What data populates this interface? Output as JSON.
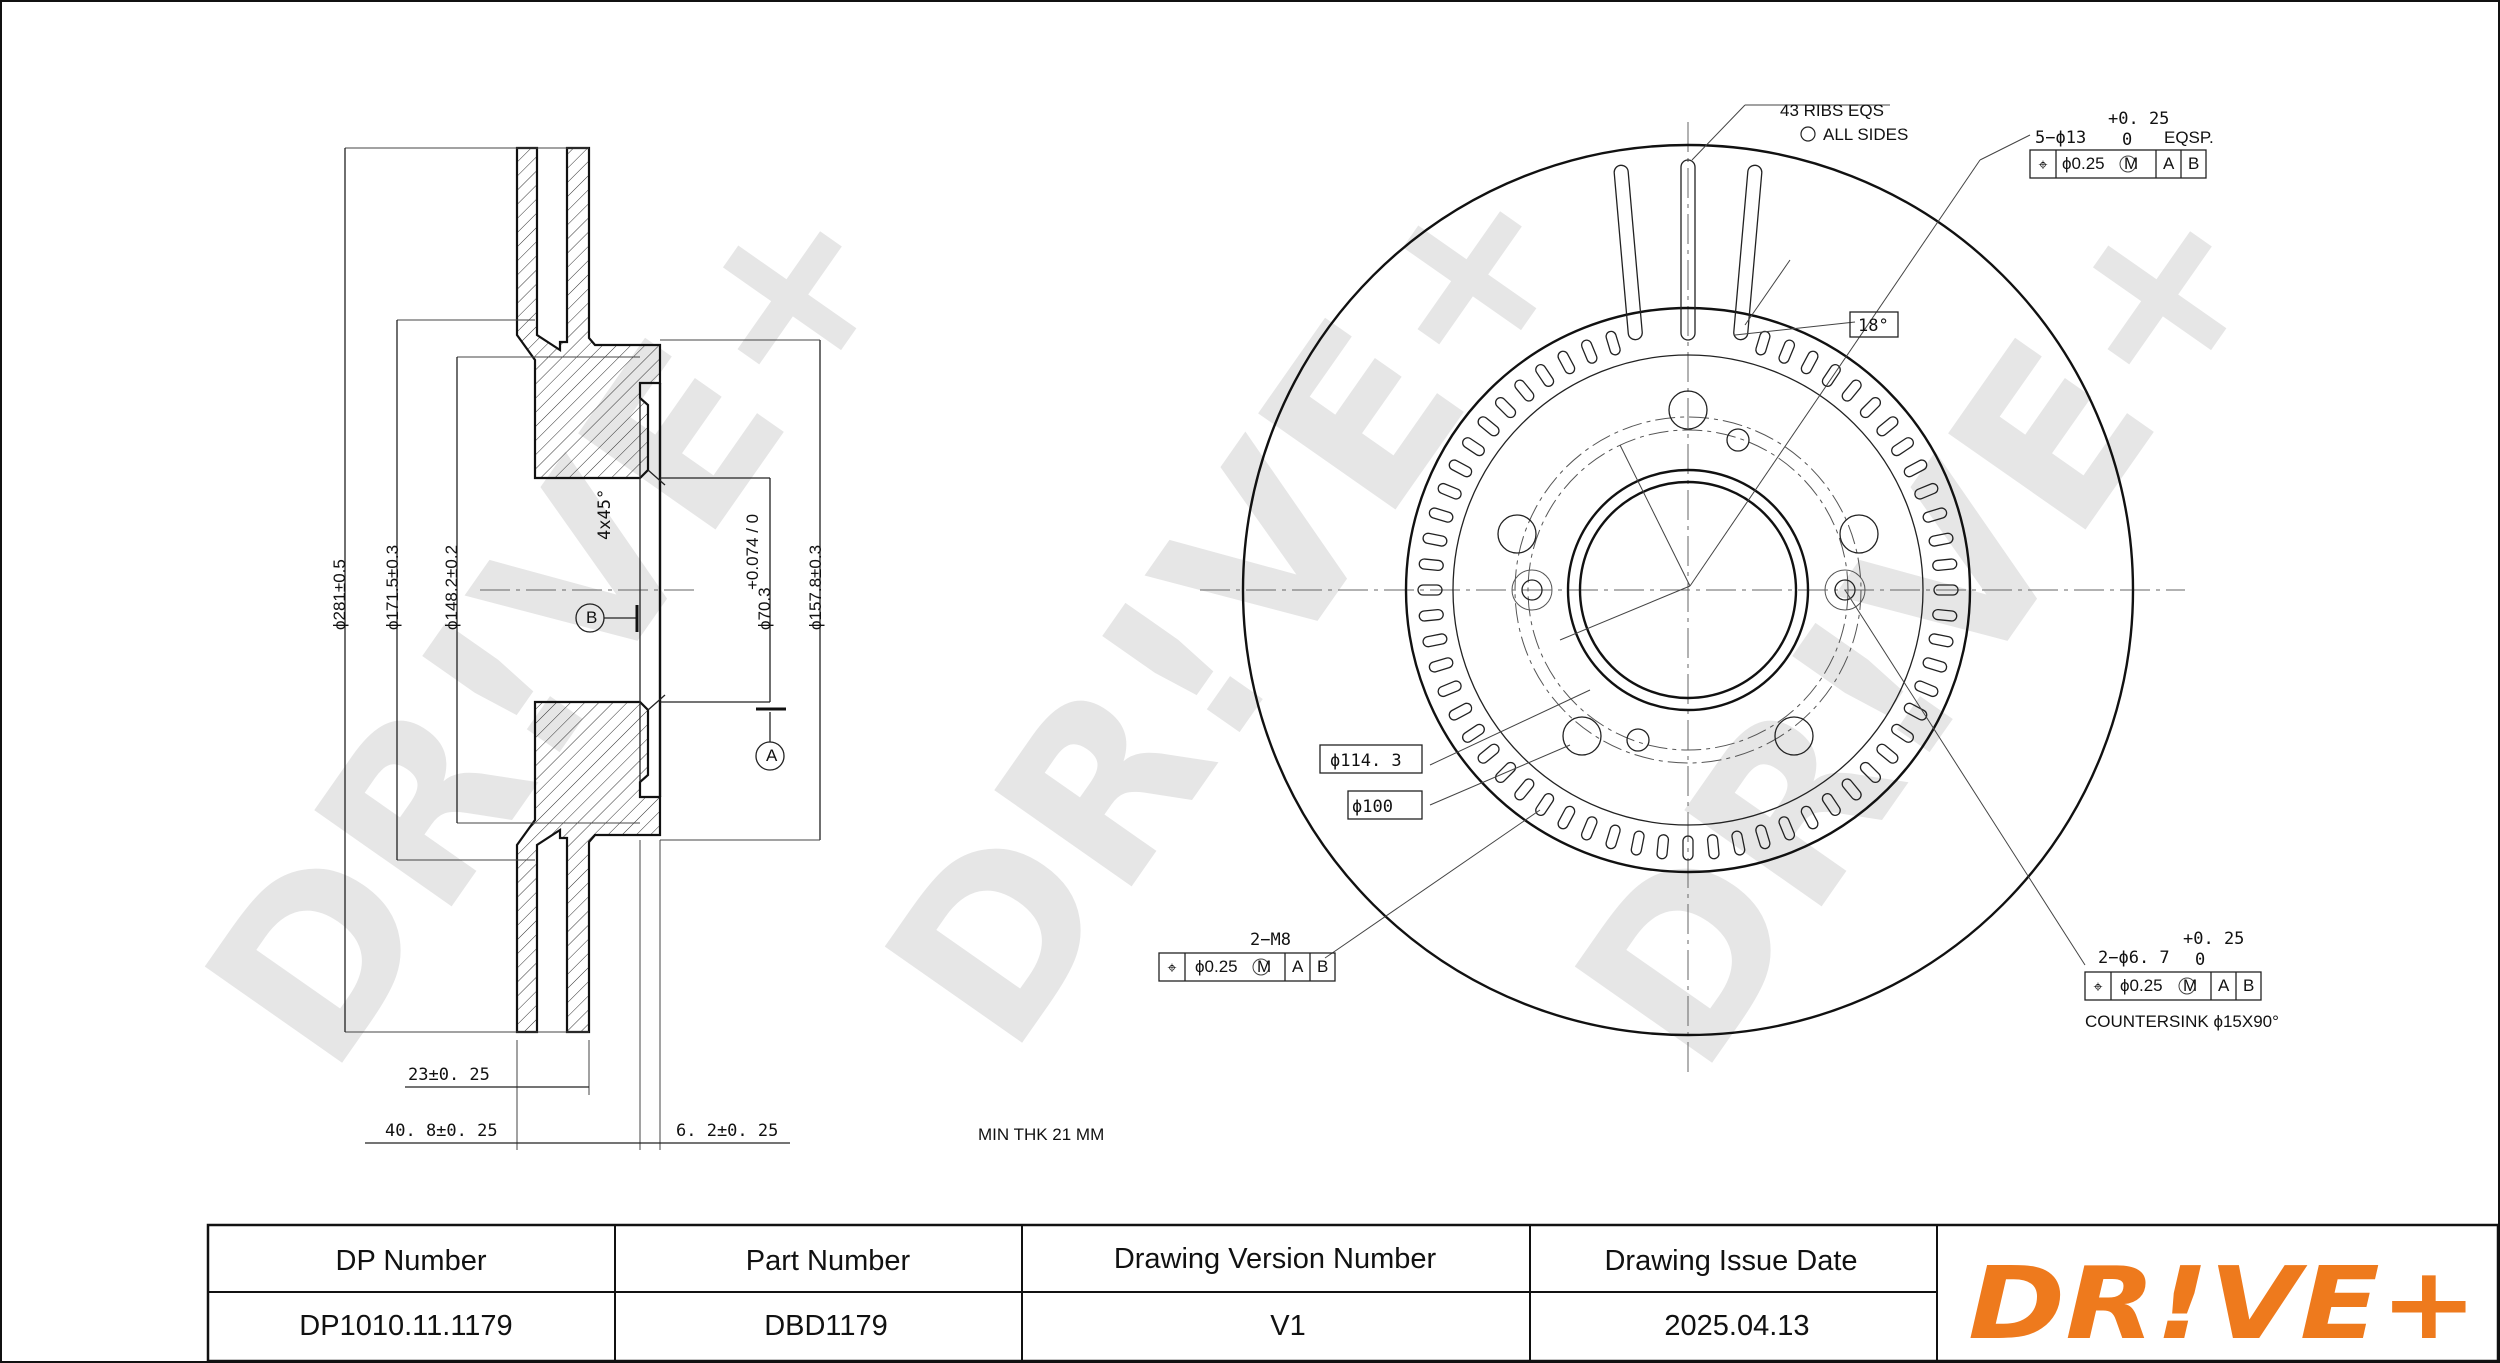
{
  "watermark": "DR!VE+",
  "side_view": {
    "diameters": [
      "ϕ281±0.5",
      "ϕ171.5±0.3",
      "ϕ148.2±0.2",
      "ϕ70.3",
      "ϕ157.8±0.3"
    ],
    "bore_tol": "+0.074 / 0",
    "chamfer": "4x45°",
    "datum_a": "A",
    "datum_b": "B",
    "thickness": "23±0. 25",
    "height": "40. 8±0. 25",
    "hat": "6. 2±0. 25",
    "min_thk": "MIN THK 21 MM"
  },
  "front_view": {
    "ribs": "43 RIBS EQS",
    "all_sides": "ALL SIDES",
    "holes_5": "5−ϕ13",
    "holes_5_tol_upper": "+0. 25",
    "holes_5_tol_lower": "0",
    "eqsp": "EQSP.",
    "angle": "18°",
    "pcd_1": "ϕ114. 3",
    "pcd_2": "ϕ100",
    "threads": "2−M8",
    "holes_2": "2−ϕ6. 7",
    "holes_2_tol_upper": "+0. 25",
    "holes_2_tol_lower": "0",
    "countersink": "COUNTERSINK ϕ15X90°",
    "fcf_tol": "ϕ0.25",
    "fcf_mod": "M",
    "fcf_a": "A",
    "fcf_b": "B"
  },
  "title_block": {
    "headers": [
      "DP Number",
      "Part Number",
      "Drawing Version Number",
      "Drawing Issue Date"
    ],
    "values": [
      "DP1010.11.1179",
      "DBD1179",
      "V1",
      "2025.04.13"
    ],
    "logo": "DR!VE+",
    "logo_color": "#ee7a1d"
  }
}
